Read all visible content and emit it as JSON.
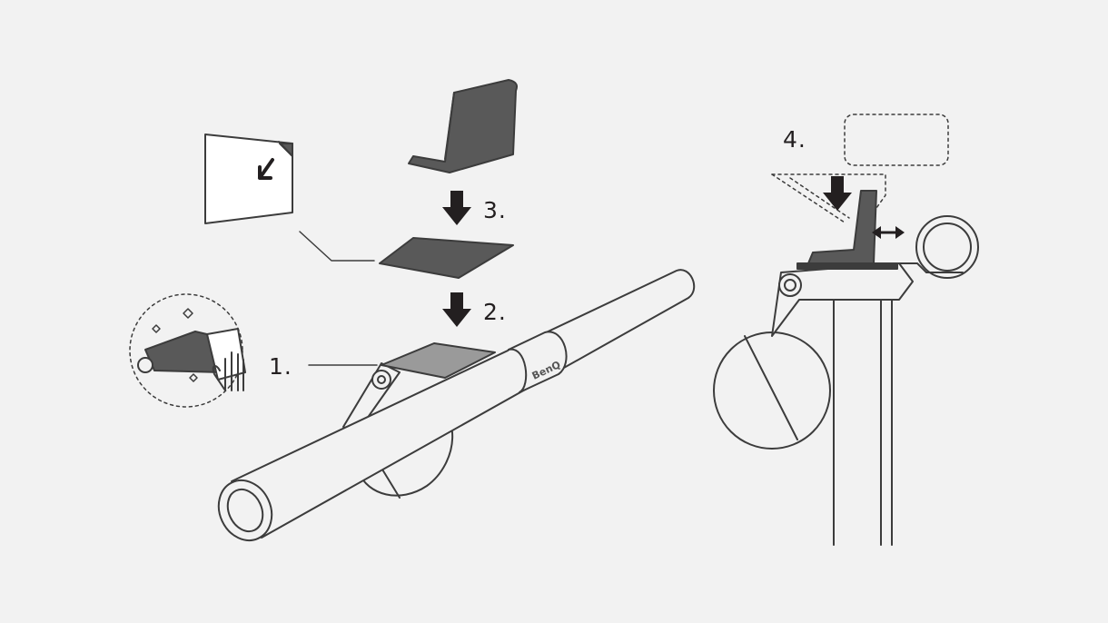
{
  "steps": {
    "one": "1.",
    "two": "2.",
    "three": "3.",
    "four": "4."
  },
  "brand_logo": "BenQ",
  "colors": {
    "background": "#f2f2f2",
    "line": "#3c3c3c",
    "dark_fill": "#595959",
    "pad_fill": "#9a9a9a",
    "arrow": "#231f20",
    "white": "#ffffff"
  },
  "icons": [
    "sticker-sheet-icon",
    "pad-icon",
    "stand-bracket-icon",
    "down-arrow-icon",
    "cleaning-hand-icon",
    "sparkle-icon",
    "double-arrow-icon"
  ]
}
